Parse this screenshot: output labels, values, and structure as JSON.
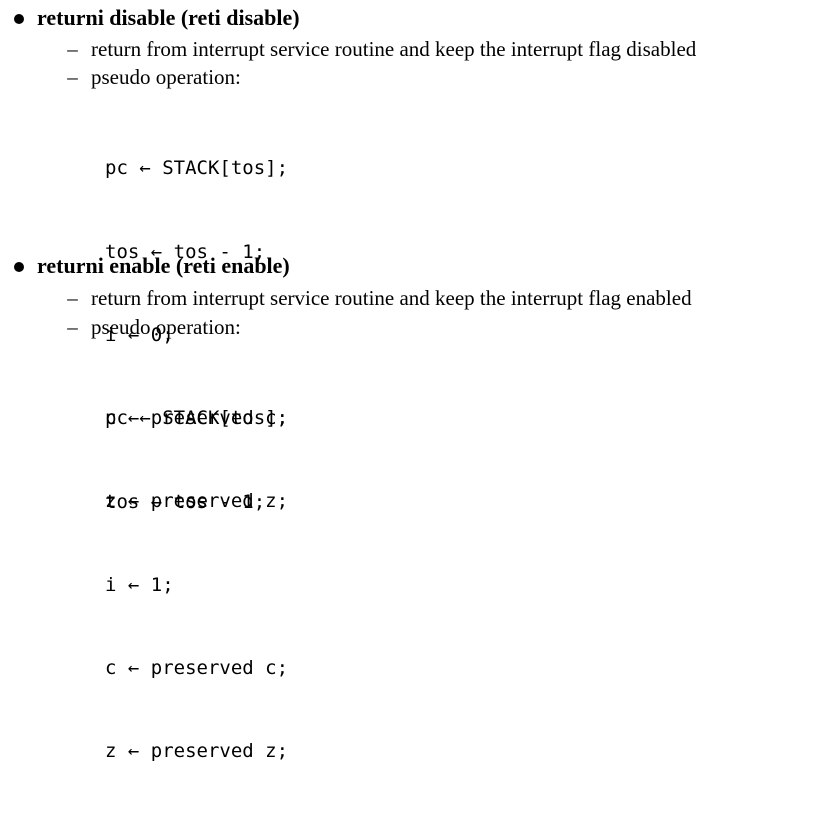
{
  "sections": [
    {
      "heading": "returni disable (reti disable)",
      "items": [
        "return from interrupt service routine and keep the interrupt flag disabled",
        "pseudo operation:"
      ],
      "code": [
        "pc ← STACK[tos];",
        "tos ← tos - 1;",
        "i ← 0;",
        "c ← preserved c;",
        "z ← preserved z;"
      ]
    },
    {
      "heading": "returni enable (reti enable)",
      "items": [
        "return from interrupt service routine and keep the interrupt flag enabled",
        "pseudo operation:"
      ],
      "code": [
        "pc ← STACK[tos];",
        "tos ← tos - 1;",
        "i ← 1;",
        "c ← preserved c;",
        "z ← preserved z;"
      ]
    }
  ]
}
